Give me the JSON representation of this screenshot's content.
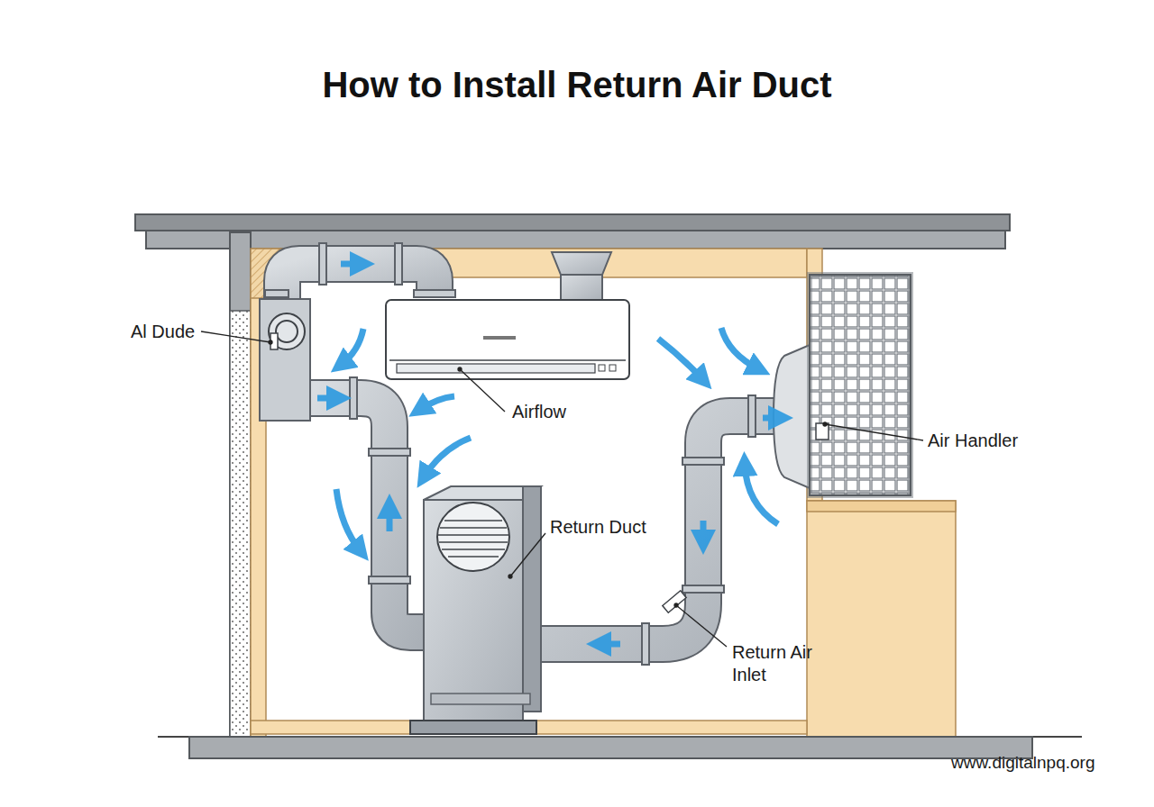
{
  "diagram": {
    "title": "How to Install Return Air Duct",
    "labels": [
      "Al Dude",
      "Airflow",
      "Return Duct",
      "Air Handler",
      "Return Air Inlet",
      "www.digitalnpq.org"
    ]
  }
}
